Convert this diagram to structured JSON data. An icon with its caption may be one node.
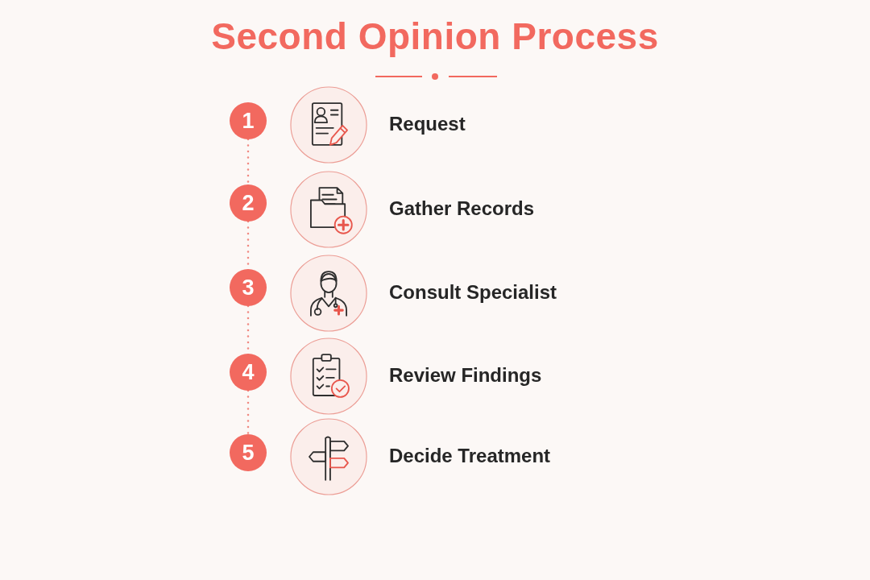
{
  "diagram": {
    "title": "Second Opinion Process",
    "nodes": [
      {
        "text": [
          "1"
        ]
      },
      {
        "text": [],
        "shape": "picture",
        "beside": [
          "Request"
        ]
      },
      {
        "text": [
          "2"
        ]
      },
      {
        "text": [],
        "shape": "picture",
        "beside": [
          "Gather Records"
        ]
      },
      {
        "text": [
          "3"
        ]
      },
      {
        "text": [],
        "shape": "picture",
        "beside": [
          "Consult Specialist"
        ]
      },
      {
        "text": [
          "4"
        ]
      },
      {
        "text": [],
        "shape": "picture",
        "beside": [
          "Review Findings"
        ]
      },
      {
        "text": [
          "5"
        ]
      },
      {
        "text": [],
        "shape": "picture",
        "beside": [
          "Decide Treatment"
        ]
      }
    ],
    "edges": [
      {
        "from": 0,
        "to": 2,
        "arrow": "none",
        "style": "dashed"
      },
      {
        "from": 2,
        "to": 4,
        "arrow": "none",
        "style": "dashed"
      },
      {
        "from": 4,
        "to": 6,
        "arrow": "none",
        "style": "dashed"
      },
      {
        "from": 6,
        "to": 8,
        "arrow": "none",
        "style": "dashed"
      }
    ]
  }
}
